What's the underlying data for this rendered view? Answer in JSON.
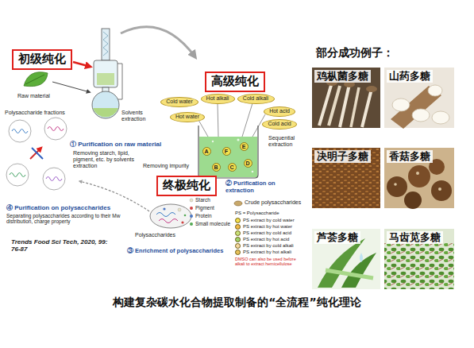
{
  "diagram": {
    "caption": "构建复杂碳水化合物提取制备的“全流程”纯化理论",
    "nodes": [
      {
        "text": [
          "初级纯化"
        ]
      },
      {
        "text": [
          "高级纯化"
        ]
      },
      {
        "text": [
          "终极纯化"
        ]
      },
      {
        "text": [
          "Cold water"
        ]
      },
      {
        "text": [
          "Hot alkali"
        ]
      },
      {
        "text": [
          "Cold alkali"
        ]
      },
      {
        "text": [
          "Hot water"
        ]
      },
      {
        "text": [
          "Hot acid"
        ]
      },
      {
        "text": [
          "Cold acid"
        ]
      },
      {
        "text": [
          "A"
        ]
      },
      {
        "text": [
          "B"
        ]
      },
      {
        "text": [
          "C"
        ]
      },
      {
        "text": [
          "D"
        ]
      },
      {
        "text": [
          "E"
        ]
      },
      {
        "text": [
          "F"
        ]
      },
      {
        "text": [
          "鸡枞菌多糖"
        ]
      },
      {
        "text": [
          "山药多糖"
        ]
      },
      {
        "text": [
          "决明子多糖"
        ]
      },
      {
        "text": [
          "香菇多糖"
        ]
      },
      {
        "text": [
          "芦荟多糖"
        ]
      },
      {
        "text": [
          "马齿苋多糖"
        ]
      }
    ],
    "labels": [
      "Polysaccharide fractions",
      "Raw material",
      "Solvents extraction",
      "① Purification on raw material",
      "Removing starch, lipid, pigment, etc. by solvents extraction",
      "Sequential extraction",
      "② Purification on extraction",
      "Removing impurity",
      "Starch",
      "Pigment",
      "Protein",
      "Small molecule",
      "Crude polysaccharides",
      "Polysaccharides",
      "④ Purification on polysaccharides",
      "Separating polysaccharides according to their Mw distribution, charge property",
      "③ Enrichment of polysaccharides",
      "Trends Food Sci Tech, 2020, 99: 76-87",
      "PS = Polysaccharide",
      "A",
      "B",
      "C",
      "D",
      "E",
      "F",
      "DMSO can also be used before alkali to extract hemicellulose",
      "部分成功例子："
    ],
    "legend": [
      {
        "text": "PS extract by cold water",
        "color": "#f4e04d"
      },
      {
        "text": "PS extract by hot water",
        "color": "#f0b94a"
      },
      {
        "text": "PS extract by cold acid",
        "color": "#c7e27a"
      },
      {
        "text": "PS extract by hot acid",
        "color": "#9fd36b"
      },
      {
        "text": "PS extract by cold alkali",
        "color": "#f6d7a0"
      },
      {
        "text": "PS extract by hot alkali",
        "color": "#e8c25c"
      }
    ]
  }
}
